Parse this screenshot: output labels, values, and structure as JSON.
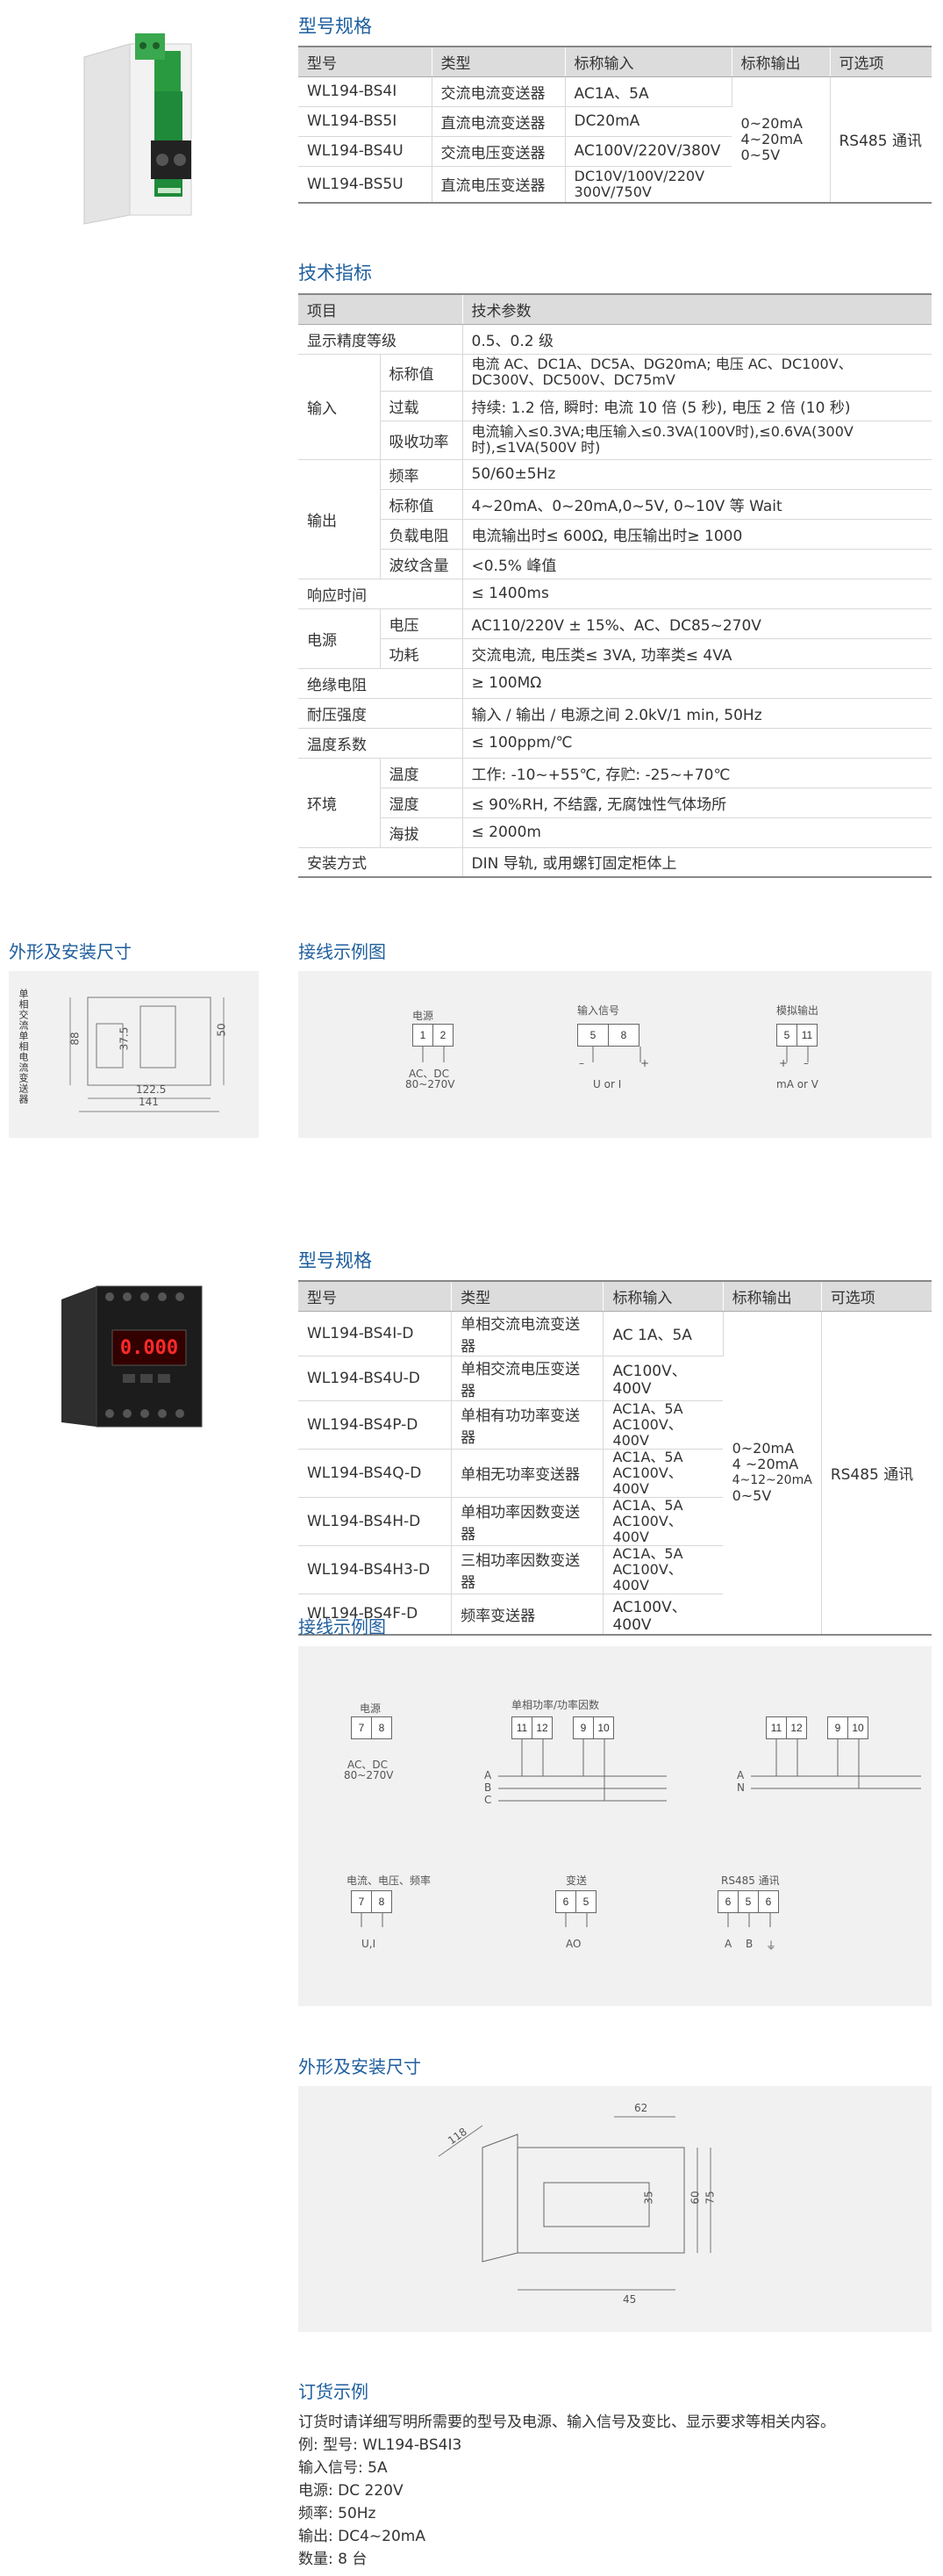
{
  "section1": {
    "title": "型号规格",
    "headers": [
      "型号",
      "类型",
      "标称输入",
      "标称输出",
      "可选项"
    ],
    "rows": [
      [
        "WL194-BS4I",
        "交流电流变送器",
        "AC1A、5A"
      ],
      [
        "WL194-BS5I",
        "直流电流变送器",
        "DC20mA"
      ],
      [
        "WL194-BS4U",
        "交流电压变送器",
        "AC100V/220V/380V"
      ],
      [
        "WL194-BS5U",
        "直流电压变送器",
        "DC10V/100V/220V 300V/750V"
      ]
    ],
    "output": [
      "0~20mA",
      "4~20mA",
      "0~5V"
    ],
    "option": "RS485 通讯"
  },
  "tech": {
    "title": "技术指标",
    "headers": [
      "项目",
      "技术参数"
    ],
    "accuracy_label": "显示精度等级",
    "accuracy": "0.5、0.2 级",
    "input_label": "输入",
    "input_nominal_label": "标称值",
    "input_nominal": "电流 AC、DC1A、DC5A、DG20mA; 电压 AC、DC100V、DC300V、DC500V、DC75mV",
    "overload_label": "过载",
    "overload": "持续: 1.2 倍, 瞬时: 电流 10 倍 (5 秒), 电压 2 倍 (10 秒)",
    "power_absorb_label": "吸收功率",
    "power_absorb": "电流输入≤0.3VA;电压输入≤0.3VA(100V时),≤0.6VA(300V时),≤1VA(500V 时)",
    "output_label": "输出",
    "freq_label": "频率",
    "freq": "50/60±5Hz",
    "out_nominal_label": "标称值",
    "out_nominal": "4~20mA、0~20mA,0~5V, 0~10V 等 Wait",
    "load_label": "负载电阻",
    "load": "电流输出时≤ 600Ω, 电压输出时≥ 1000",
    "ripple_label": "波纹含量",
    "ripple": "<0.5% 峰值",
    "response_label": "响应时间",
    "response": "≤ 1400ms",
    "supply_label": "电源",
    "voltage_label": "电压",
    "voltage": "AC110/220V ± 15%、AC、DC85~270V",
    "consumption_label": "功耗",
    "consumption": "交流电流, 电压类≤ 3VA, 功率类≤ 4VA",
    "insulation_label": "绝缘电阻",
    "insulation": "≥ 100MΩ",
    "withstand_label": "耐压强度",
    "withstand": "输入 / 输出 / 电源之间 2.0kV/1 min, 50Hz",
    "tempcoef_label": "温度系数",
    "tempcoef": "≤ 100ppm/℃",
    "env_label": "环境",
    "temp_label": "温度",
    "temp": "工作: -10~+55℃, 存贮: -25~+70℃",
    "humidity_label": "湿度",
    "humidity": "≤ 90%RH, 不结露, 无腐蚀性气体场所",
    "altitude_label": "海拔",
    "altitude": "≤ 2000m",
    "install_label": "安装方式",
    "install": "DIN 导轨, 或用螺钉固定柜体上"
  },
  "dims1": {
    "title": "外形及安装尺寸",
    "device_label": "单相交流单相电流变送器",
    "d1": "122.5",
    "d2": "141",
    "d3": "37.5",
    "d4": "88",
    "d5": "50"
  },
  "wiring1": {
    "title": "接线示例图",
    "power_label": "电源",
    "power_terms": [
      "1",
      "2"
    ],
    "power_sub1": "AC、DC",
    "power_sub2": "80~270V",
    "input_label": "输入信号",
    "input_terms": [
      "5",
      "8"
    ],
    "input_minus": "–",
    "input_plus": "+",
    "input_sub": "U or I",
    "analog_label": "模拟输出",
    "analog_terms": [
      "5",
      "11"
    ],
    "analog_plus": "+",
    "analog_minus": "–",
    "analog_sub": "mA or V"
  },
  "section2": {
    "title": "型号规格",
    "headers": [
      "型号",
      "类型",
      "标称输入",
      "标称输出",
      "可选项"
    ],
    "rows": [
      [
        "WL194-BS4I-D",
        "单相交流电流变送器",
        "AC 1A、5A"
      ],
      [
        "WL194-BS4U-D",
        "单相交流电压变送器",
        "AC100V、400V"
      ],
      [
        "WL194-BS4P-D",
        "单相有功功率变送器",
        "AC1A、5A AC100V、400V"
      ],
      [
        "WL194-BS4Q-D",
        "单相无功率变送器",
        "AC1A、5A AC100V、400V"
      ],
      [
        "WL194-BS4H-D",
        "单相功率因数变送器",
        "AC1A、5A AC100V、400V"
      ],
      [
        "WL194-BS4H3-D",
        "三相功率因数变送器",
        "AC1A、5A AC100V、400V"
      ],
      [
        "WL194-BS4F-D",
        "频率变送器",
        "AC100V、400V"
      ]
    ],
    "output": [
      "0~20mA",
      "4 ~20mA",
      "4~12~20mA",
      "0~5V"
    ],
    "option": "RS485 通讯",
    "display": "0.000"
  },
  "wiring2": {
    "title": "接线示例图",
    "power_label": "电源",
    "power_terms": [
      "7",
      "8"
    ],
    "power_sub1": "AC、DC",
    "power_sub2": "80~270V",
    "single_label": "单相功率/功率因数",
    "single_terms_a": [
      "11",
      "12"
    ],
    "single_terms_b": [
      "9",
      "10"
    ],
    "phases_left": [
      "A",
      "B",
      "C"
    ],
    "terms_c": [
      "11",
      "12"
    ],
    "terms_d": [
      "9",
      "10"
    ],
    "phases_right": [
      "A",
      "N"
    ],
    "measure_label": "电流、电压、频率",
    "measure_terms": [
      "7",
      "8"
    ],
    "measure_sub": "U,I",
    "transmit_label": "变送",
    "transmit_terms": [
      "6",
      "5"
    ],
    "transmit_sub": "AO",
    "rs485_label": "RS485 通讯",
    "rs485_terms": [
      "6",
      "5",
      "6"
    ],
    "rs485_subs": [
      "A",
      "B",
      "⏚"
    ]
  },
  "dims2": {
    "title": "外形及安装尺寸",
    "d1": "62",
    "d2": "118",
    "d3": "35",
    "d4": "60",
    "d5": "75",
    "d6": "45"
  },
  "order": {
    "title": "订货示例",
    "lines": [
      "订货时请详细写明所需要的型号及电源、输入信号及变比、显示要求等相关内容。",
      "例: 型号:   WL194-BS4I3",
      "输入信号: 5A",
      "电源: DC 220V",
      "频率: 50Hz",
      "输出: DC4~20mA",
      "数量: 8 台"
    ]
  },
  "colors": {
    "title_blue": "#1f5f9e",
    "panel_gray": "#f1f1f1",
    "header_gray": "#dcdcdc"
  }
}
